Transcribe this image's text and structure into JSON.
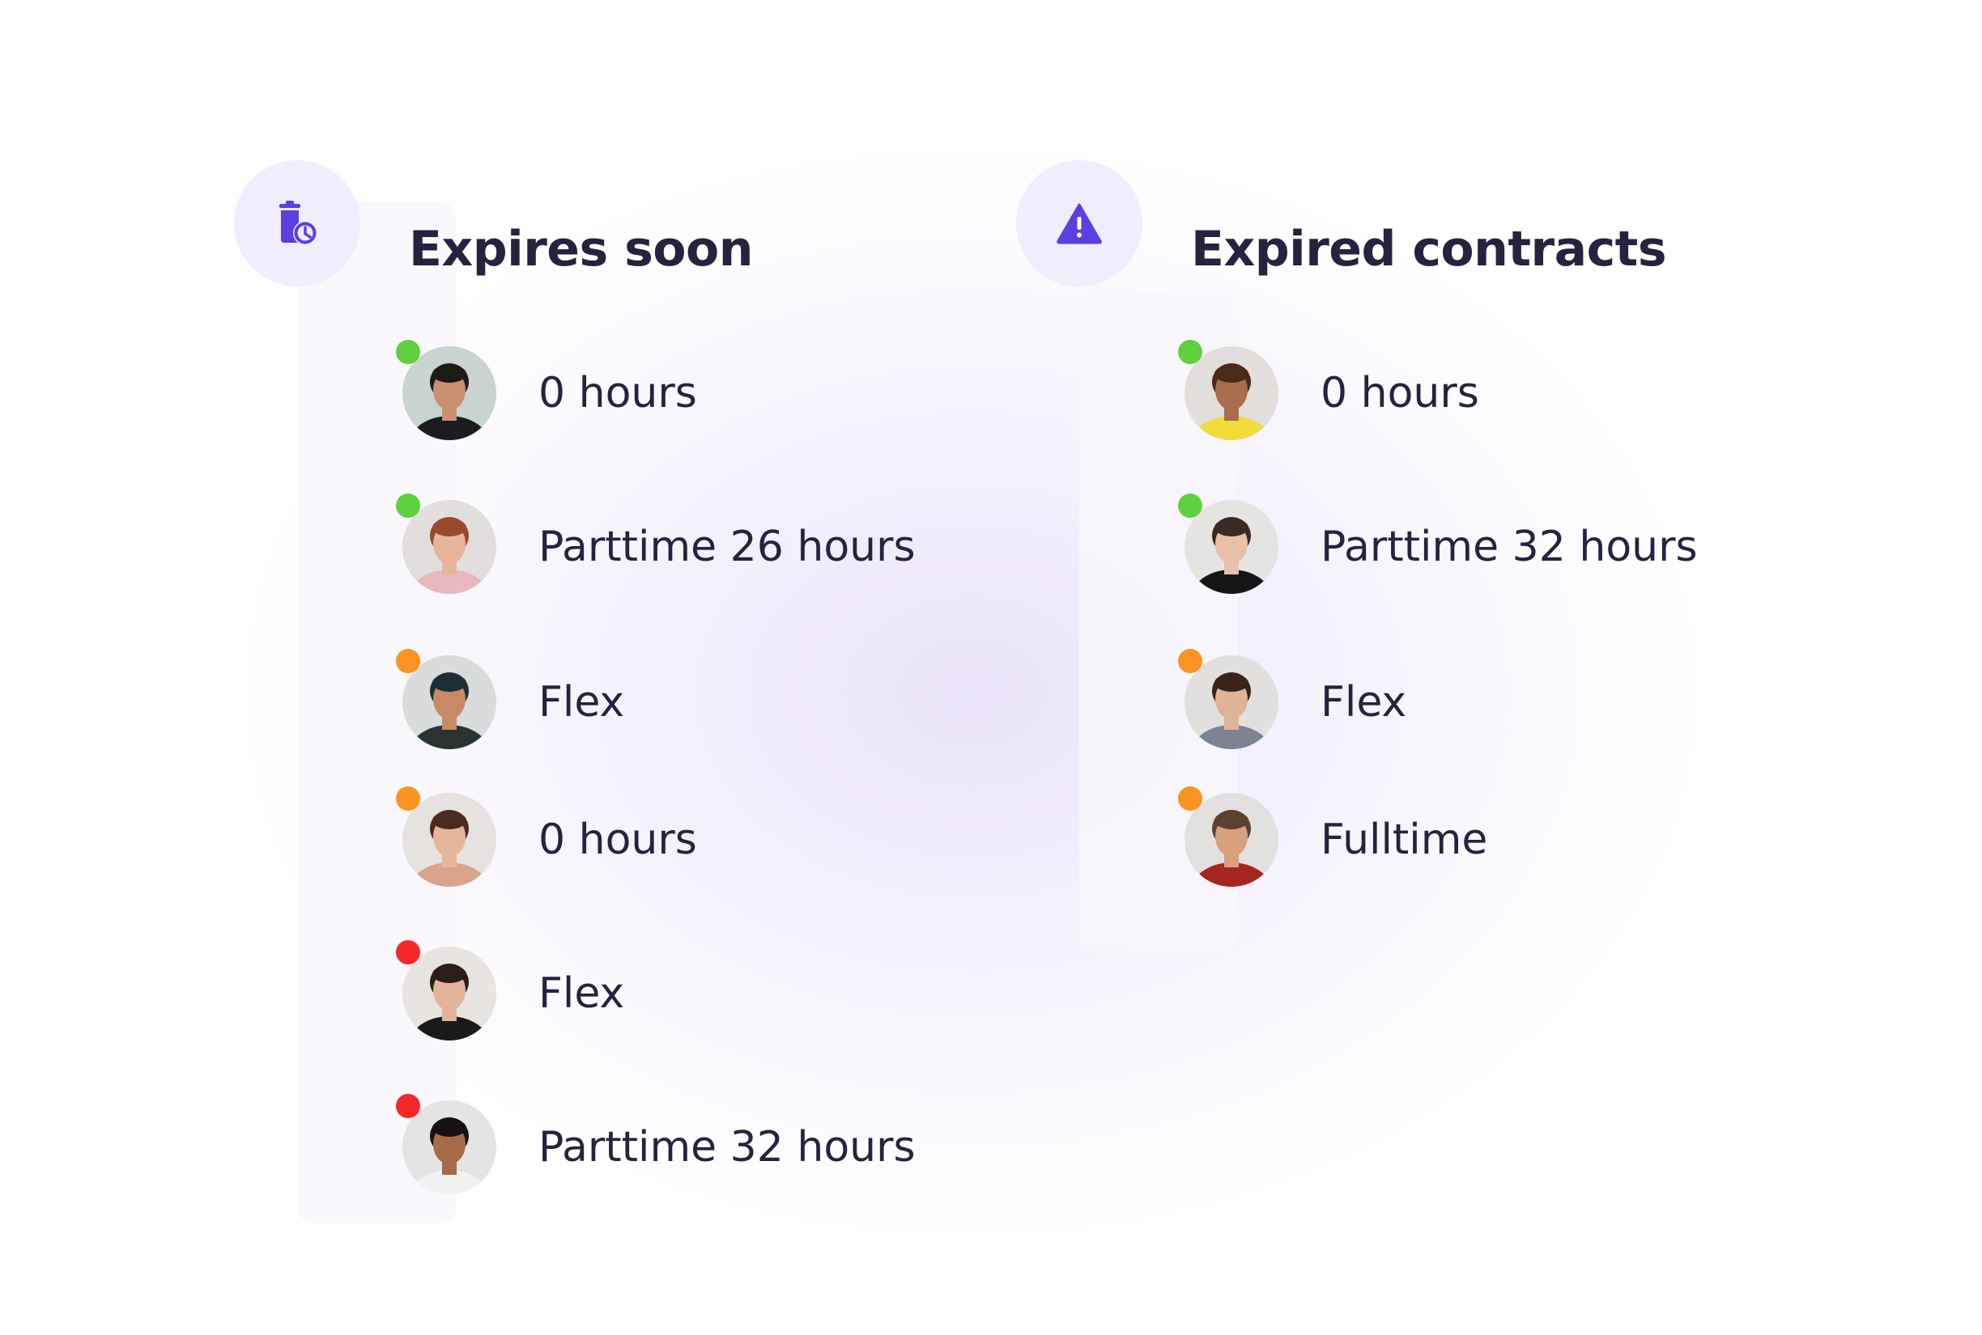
{
  "colors": {
    "accent": "#5b3fe0",
    "icon_bg": "#f1edfd",
    "title": "#25233f",
    "status_green": "#5fd13f",
    "status_orange": "#fb9322",
    "status_red": "#f5272a"
  },
  "expires_soon": {
    "icon": "trash-clock-icon",
    "title": "Expires soon",
    "items": [
      {
        "label": "0 hours",
        "status": "green",
        "avatar": "man-beard-avatar"
      },
      {
        "label": "Parttime 26 hours",
        "status": "green",
        "avatar": "woman-auburn-hair-avatar"
      },
      {
        "label": "Flex",
        "status": "orange",
        "avatar": "man-cap-avatar"
      },
      {
        "label": "0 hours",
        "status": "orange",
        "avatar": "woman-earrings-avatar"
      },
      {
        "label": "Flex",
        "status": "red",
        "avatar": "woman-long-hair-avatar"
      },
      {
        "label": "Parttime 32 hours",
        "status": "red",
        "avatar": "man-curly-hair-avatar"
      }
    ]
  },
  "expired_contracts": {
    "icon": "warning-triangle-icon",
    "title": "Expired contracts",
    "items": [
      {
        "label": "0 hours",
        "status": "green",
        "avatar": "woman-yellow-top-avatar"
      },
      {
        "label": "Parttime 32 hours",
        "status": "green",
        "avatar": "woman-black-turtleneck-avatar"
      },
      {
        "label": "Flex",
        "status": "orange",
        "avatar": "woman-plaid-jacket-avatar"
      },
      {
        "label": "Fulltime",
        "status": "orange",
        "avatar": "man-red-shirt-avatar"
      }
    ]
  }
}
